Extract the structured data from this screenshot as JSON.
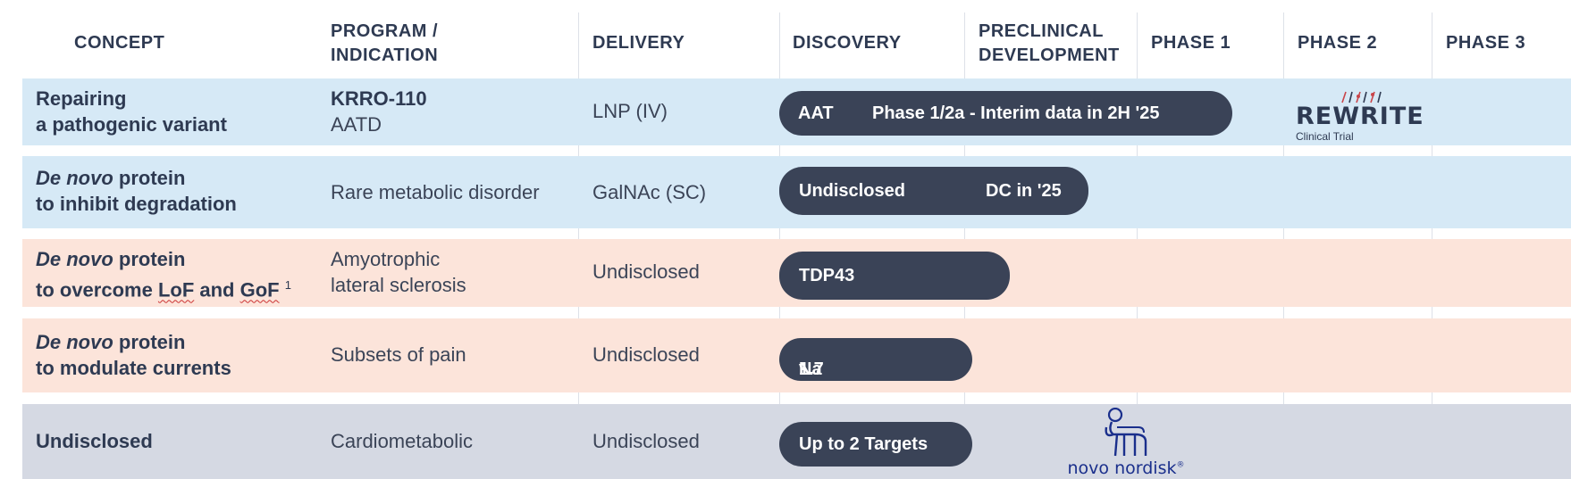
{
  "headers": {
    "concept": "CONCEPT",
    "program_l1": "PROGRAM /",
    "program_l2": "INDICATION",
    "delivery": "DELIVERY",
    "discovery": "DISCOVERY",
    "preclinical_l1": "PRECLINICAL",
    "preclinical_l2": "DEVELOPMENT",
    "phase1": "PHASE 1",
    "phase2": "PHASE 2",
    "phase3": "PHASE 3"
  },
  "rows": [
    {
      "concept_l1": "Repairing",
      "concept_l2": "a pathogenic variant",
      "program_name": "KRRO-110",
      "program_indication": "AATD",
      "delivery": "LNP (IV)",
      "pill_left": "AAT",
      "pill_right": "Phase 1/2a - Interim data in 2H '25",
      "partner_logo": "REWRITE",
      "partner_sub": "Clinical Trial"
    },
    {
      "concept_italic": "De novo",
      "concept_l1": "protein",
      "concept_l2": "to inhibit degradation",
      "program": "Rare metabolic disorder",
      "delivery": "GalNAc (SC)",
      "pill_left": "Undisclosed",
      "pill_right": "DC in '25"
    },
    {
      "concept_italic": "De novo",
      "concept_l1": "protein",
      "concept_l2a": "to overcome ",
      "concept_l2b": "LoF",
      "concept_l2c": " and ",
      "concept_l2d": "GoF",
      "concept_sup": "1",
      "program_l1": "Amyotrophic",
      "program_l2": "lateral sclerosis",
      "delivery": "Undisclosed",
      "pill_left": "TDP43"
    },
    {
      "concept_italic": "De novo",
      "concept_l1": "protein",
      "concept_l2": "to modulate currents",
      "program": "Subsets of pain",
      "delivery": "Undisclosed",
      "pill_main": "Na",
      "pill_sub": "v",
      "pill_tail": "1.7"
    },
    {
      "concept": "Undisclosed",
      "program": "Cardiometabolic",
      "delivery": "Undisclosed",
      "pill_left": "Up to 2 Targets",
      "partner_logo": "novo nordisk",
      "partner_mark": "®"
    }
  ],
  "colors": {
    "row_blue": "#d6e9f6",
    "row_peach": "#fce4da",
    "row_grey": "#d5d9e3",
    "pill": "#3a4357",
    "text_dark": "#2e3a52",
    "novo_blue": "#1a2f8c"
  }
}
